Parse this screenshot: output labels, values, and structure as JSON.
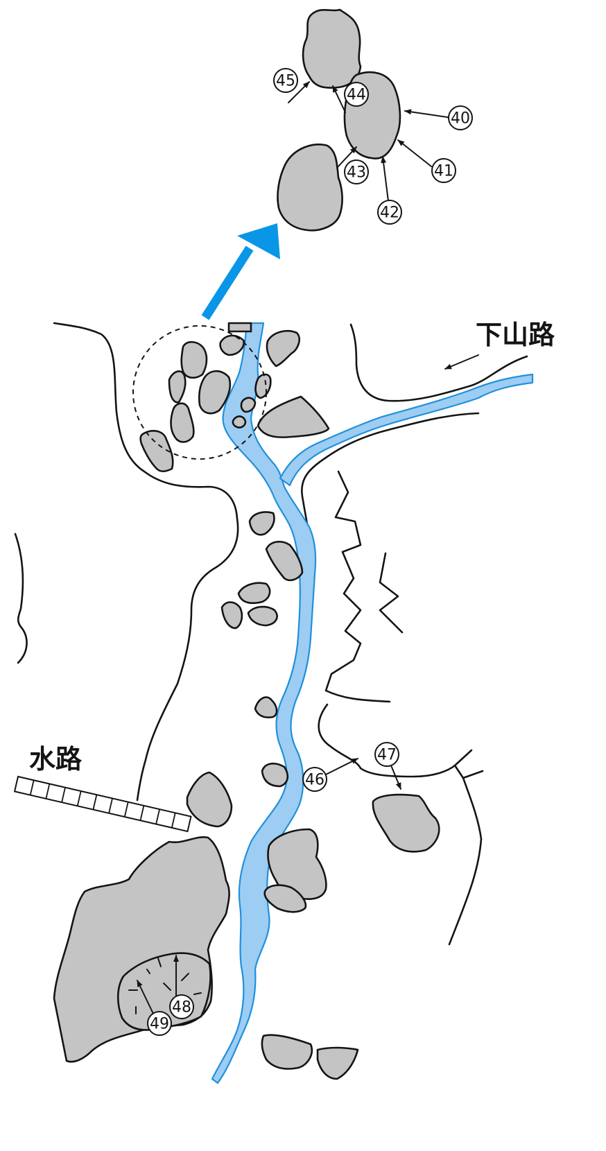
{
  "labels": {
    "descent_path": "下山路",
    "waterway": "水路"
  },
  "markers": [
    {
      "id": "m40",
      "text": "40"
    },
    {
      "id": "m41",
      "text": "41"
    },
    {
      "id": "m42",
      "text": "42"
    },
    {
      "id": "m43",
      "text": "43"
    },
    {
      "id": "m44",
      "text": "44"
    },
    {
      "id": "m45",
      "text": "45"
    },
    {
      "id": "m46",
      "text": "46"
    },
    {
      "id": "m47",
      "text": "47"
    },
    {
      "id": "m48",
      "text": "48"
    },
    {
      "id": "m49",
      "text": "49"
    }
  ],
  "colors": {
    "rock": "#c4c4c4",
    "water": "#9dcdf2",
    "water_edge": "#1e90dc",
    "zoom_arrow": "#0a96e6",
    "ink": "#141414"
  }
}
